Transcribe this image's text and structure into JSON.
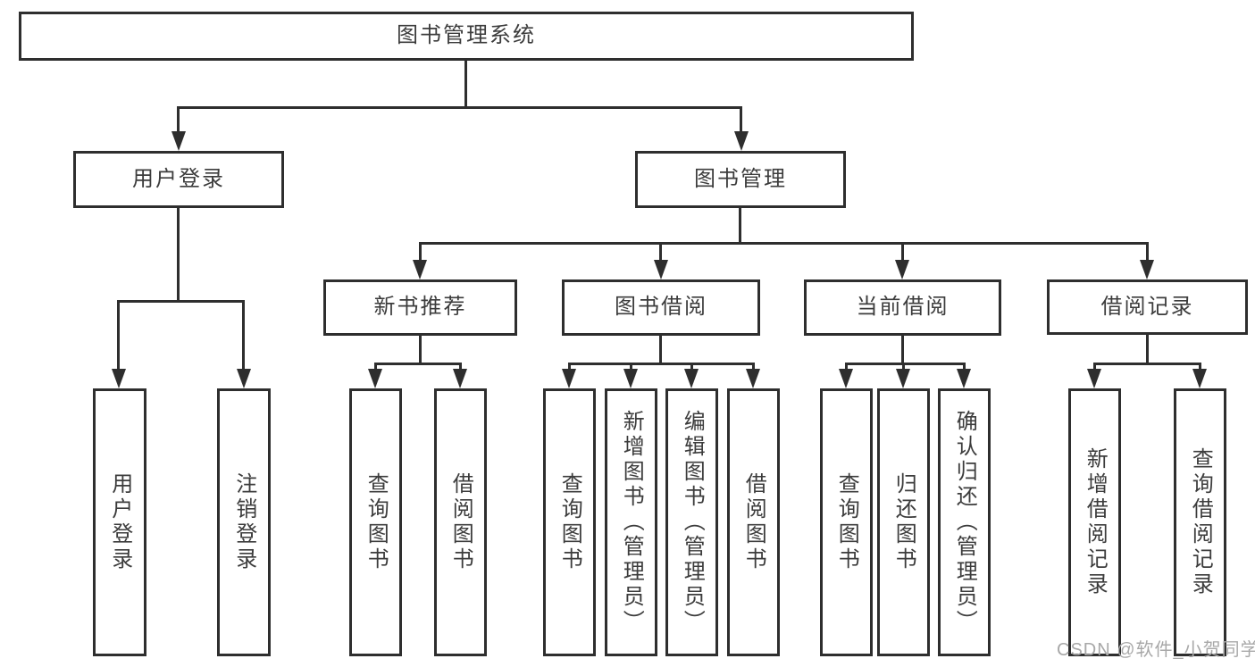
{
  "diagram": {
    "root": {
      "label": "图书管理系统"
    },
    "branches": {
      "user_login": {
        "label": "用户登录",
        "children": {
          "login": "用户登录",
          "logout": "注销登录"
        }
      },
      "book_management": {
        "label": "图书管理",
        "children": {
          "new_book_recommend": {
            "label": "新书推荐",
            "children": {
              "query": "查询图书",
              "borrow": "借阅图书"
            }
          },
          "book_borrowing": {
            "label": "图书借阅",
            "children": {
              "query": "查询图书",
              "add": "新增图书（管理员）",
              "edit": "编辑图书（管理员）",
              "borrow": "借阅图书"
            }
          },
          "current_borrowing": {
            "label": "当前借阅",
            "children": {
              "query": "查询图书",
              "return": "归还图书",
              "confirm_return": "确认归还（管理员）"
            }
          },
          "borrowing_records": {
            "label": "借阅记录",
            "children": {
              "add_record": "新增借阅记录",
              "query_record": "查询借阅记录"
            }
          }
        }
      }
    }
  },
  "watermark": {
    "text": "CSDN @软件_小贺同学"
  },
  "colors": {
    "line": "#2e2e2e",
    "text": "#3c3c3c",
    "watermark": "#a8a8a8",
    "background": "#ffffff"
  }
}
